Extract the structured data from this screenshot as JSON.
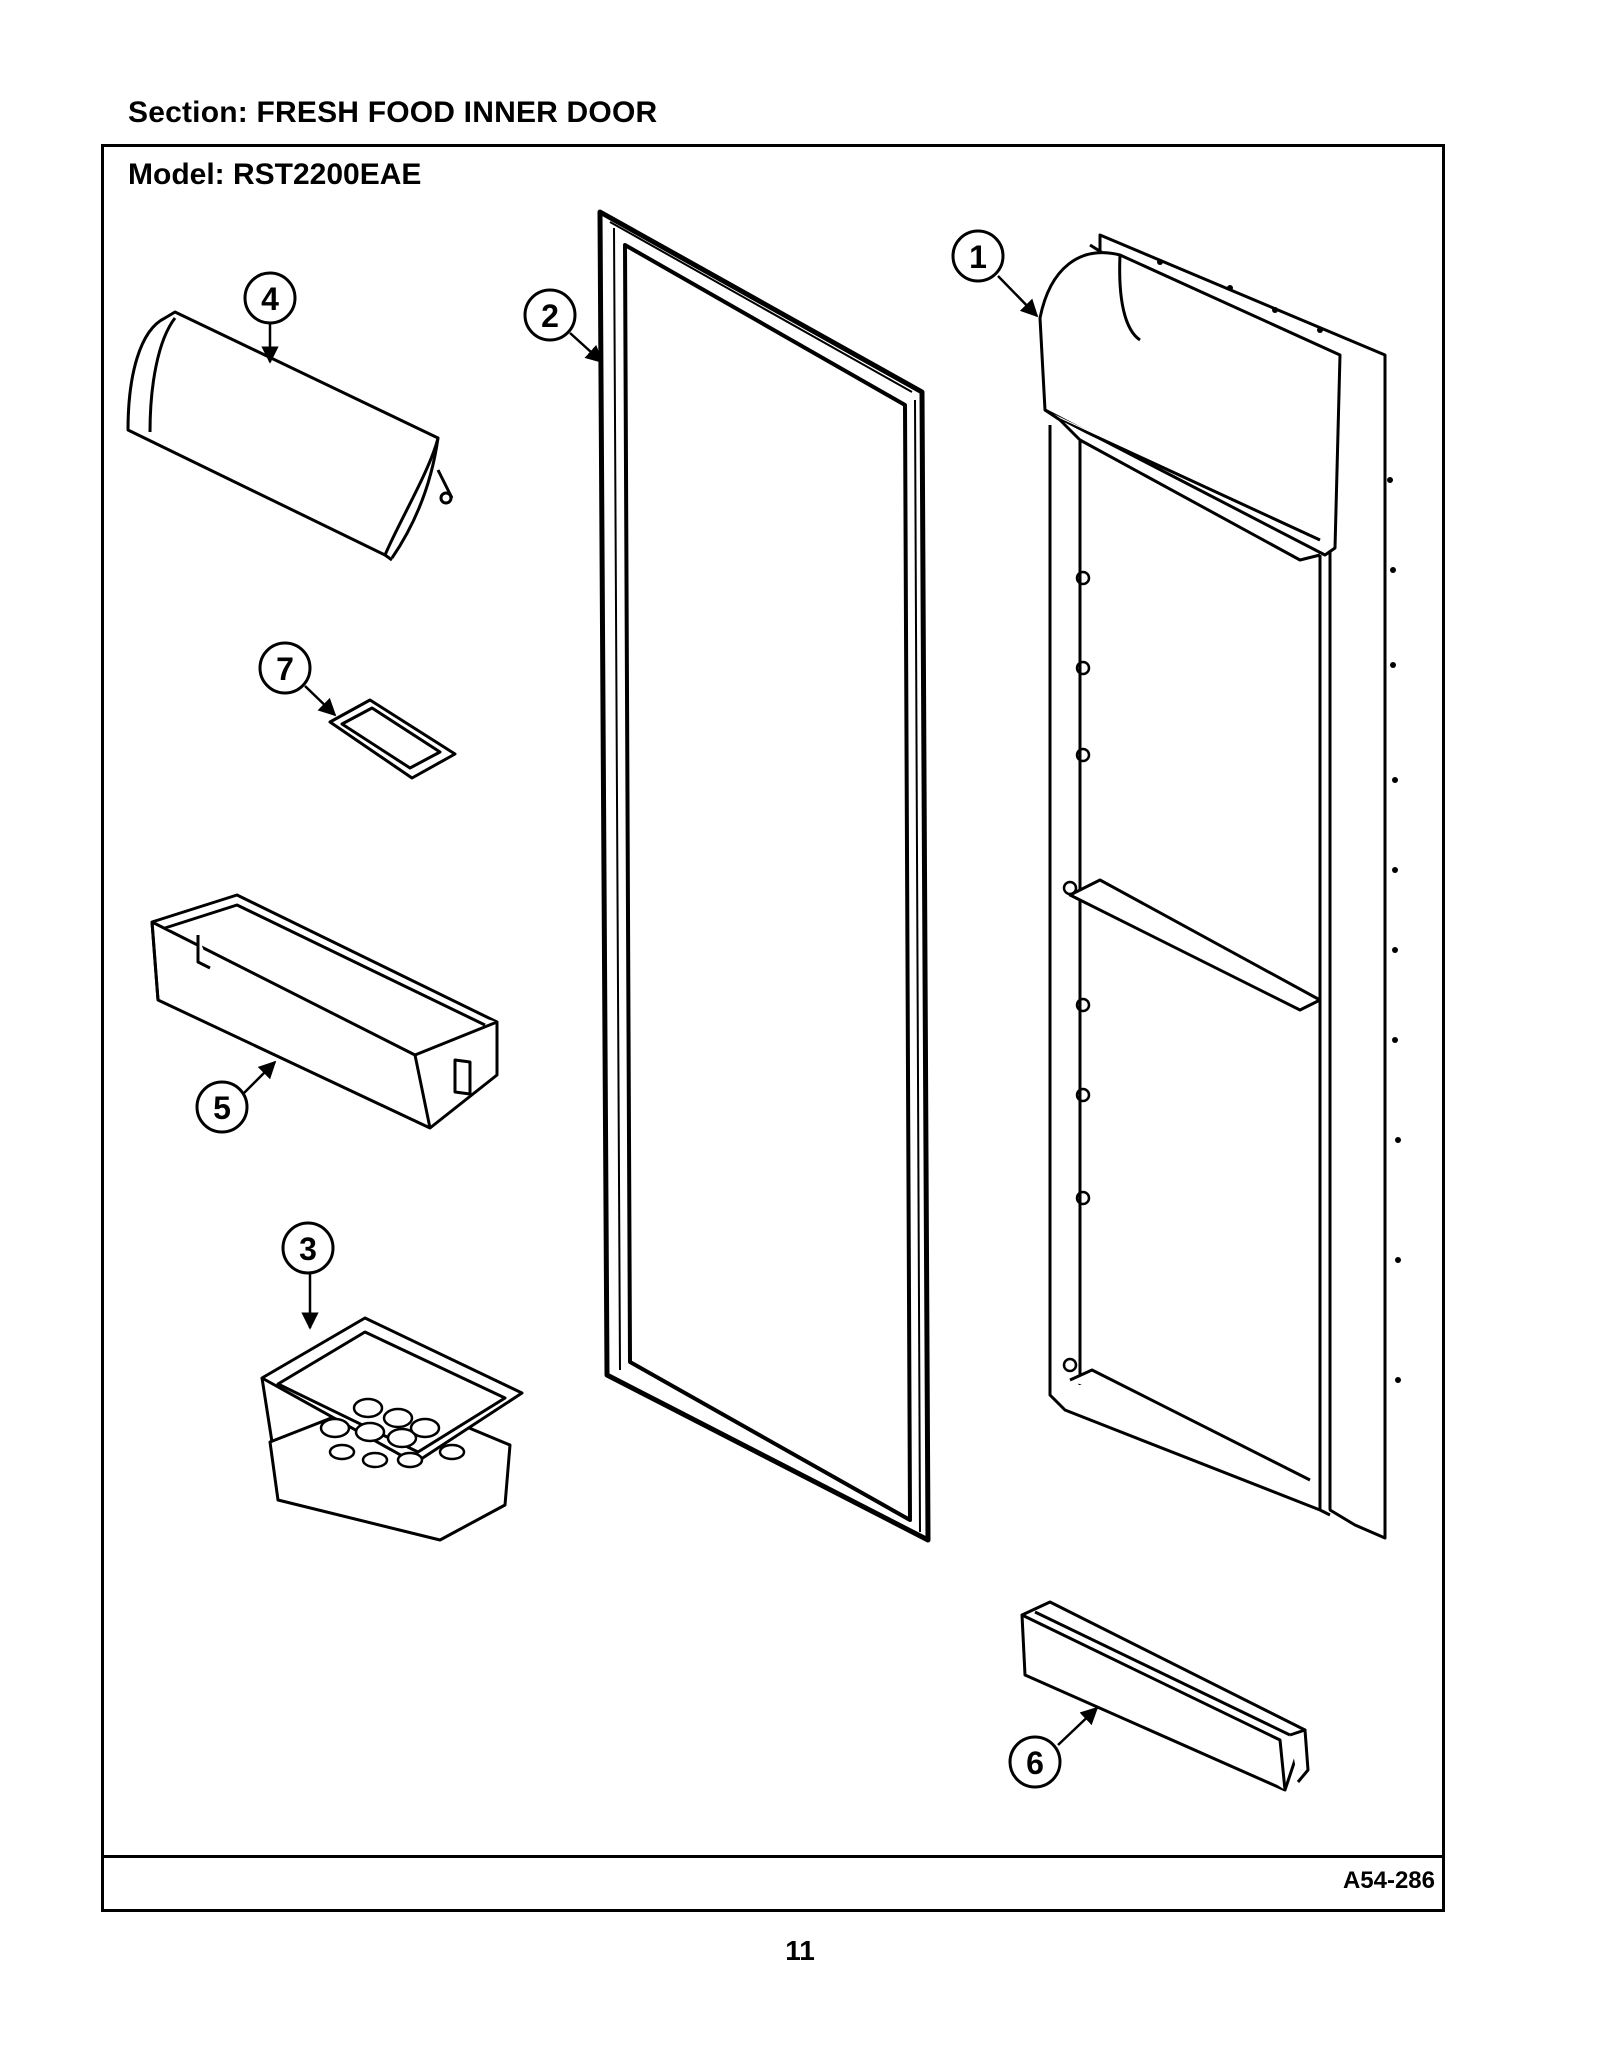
{
  "header": {
    "section_label": "Section:  FRESH FOOD INNER DOOR",
    "model_label": "Model:  RST2200EAE"
  },
  "footer": {
    "drawing_code": "A54-286",
    "page_number": "11"
  },
  "callouts": [
    "1",
    "2",
    "3",
    "4",
    "5",
    "6",
    "7"
  ]
}
